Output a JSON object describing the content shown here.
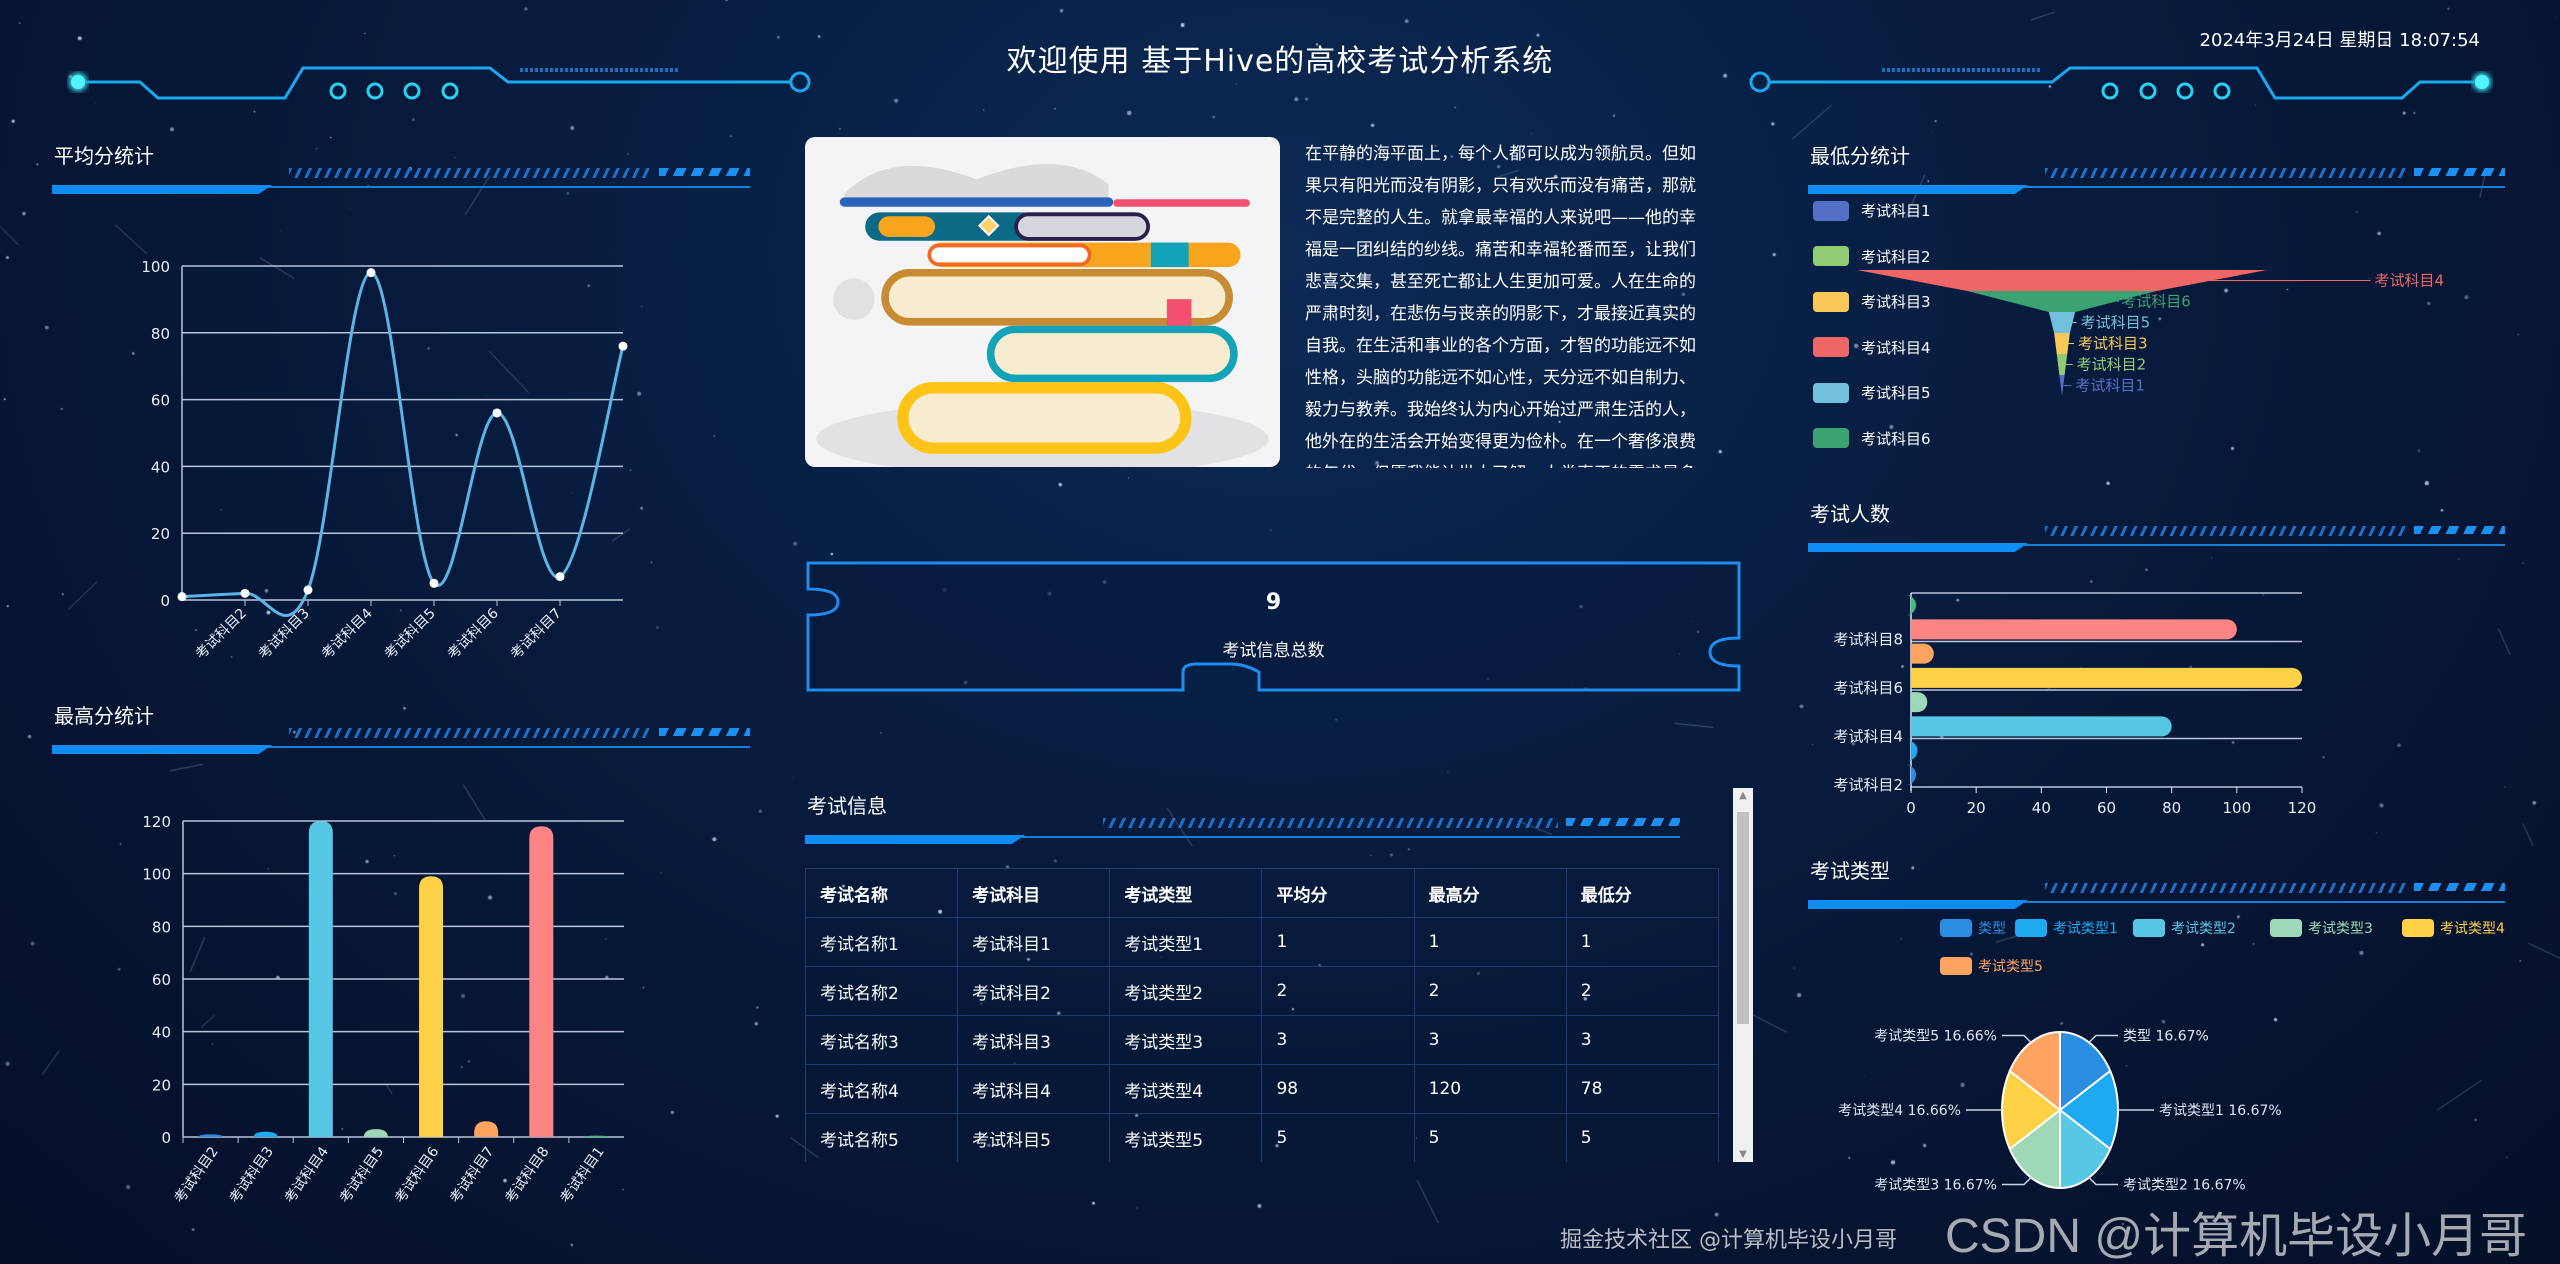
{
  "header": {
    "title": "欢迎使用 基于Hive的高校考试分析系统",
    "datetime": "2024年3月24日 星期日 18:07:54"
  },
  "colors": {
    "accent": "#0d8df5",
    "line": "#5ab4e6",
    "background": "#071b3d"
  },
  "avg_section": {
    "title": "平均分统计"
  },
  "max_section": {
    "title": "最高分统计"
  },
  "min_section": {
    "title": "最低分统计"
  },
  "count_section": {
    "title": "考试人数"
  },
  "type_section": {
    "title": "考试类型"
  },
  "intro": {
    "image_alt": "books-illustration",
    "paragraph": "在平静的海平面上，每个人都可以成为领航员。但如果只有阳光而没有阴影，只有欢乐而没有痛苦，那就不是完整的人生。就拿最幸福的人来说吧——他的幸福是一团纠结的纱线。痛苦和幸福轮番而至，让我们悲喜交集，甚至死亡都让人生更加可爱。人在生命的严肃时刻，在悲伤与丧亲的阴影下，才最接近真实的自我。在生活和事业的各个方面，才智的功能远不如性格，头脑的功能远不如心性，天分远不如自制力、毅力与教养。我始终认为内心开始过严肃生活的人，他外在的生活会开始变得更为俭朴。在一个奢侈浪费的年代，但愿我能让世人了解：人类真正的需求是多么的稀少。"
  },
  "total": {
    "value": "9",
    "label": "考试信息总数"
  },
  "exam_table": {
    "title": "考试信息",
    "columns": [
      "考试名称",
      "考试科目",
      "考试类型",
      "平均分",
      "最高分",
      "最低分"
    ],
    "rows": [
      [
        "考试名称1",
        "考试科目1",
        "考试类型1",
        "1",
        "1",
        "1"
      ],
      [
        "考试名称2",
        "考试科目2",
        "考试类型2",
        "2",
        "2",
        "2"
      ],
      [
        "考试名称3",
        "考试科目3",
        "考试类型3",
        "3",
        "3",
        "3"
      ],
      [
        "考试名称4",
        "考试科目4",
        "考试类型4",
        "98",
        "120",
        "78"
      ],
      [
        "考试名称5",
        "考试科目5",
        "考试类型5",
        "5",
        "5",
        "5"
      ]
    ]
  },
  "chart_data": [
    {
      "id": "avg",
      "type": "line",
      "smooth": true,
      "categories": [
        "",
        "考试科目2",
        "考试科目3",
        "考试科目4",
        "考试科目5",
        "考试科目6",
        "考试科目7",
        ""
      ],
      "values": [
        1,
        2,
        3,
        98,
        5,
        56,
        7,
        76
      ],
      "ylim": [
        0,
        100
      ],
      "yticks": [
        0,
        20,
        40,
        60,
        80,
        100
      ],
      "grid": true,
      "color": "#5ab4e6"
    },
    {
      "id": "max",
      "type": "bar",
      "categories": [
        "考试科目2",
        "考试科目3",
        "考试科目4",
        "考试科目5",
        "考试科目6",
        "考试科目7",
        "考试科目8",
        "考试科目1"
      ],
      "values": [
        1,
        2,
        120,
        3,
        99,
        6,
        118,
        0.5
      ],
      "colors": [
        "#2b8de0",
        "#1eaaf1",
        "#56c8e4",
        "#9fd8b8",
        "#ffd146",
        "#ffa460",
        "#ff8585",
        "#3fbf7f"
      ],
      "ylim": [
        0,
        120
      ],
      "yticks": [
        0,
        20,
        40,
        60,
        80,
        100,
        120
      ],
      "grid": true
    },
    {
      "id": "min",
      "type": "funnel",
      "categories": [
        "考试科目1",
        "考试科目2",
        "考试科目3",
        "考试科目4",
        "考试科目5",
        "考试科目6"
      ],
      "values": [
        1,
        2,
        3,
        78,
        5,
        36
      ],
      "colors": [
        "#5470c6",
        "#91cc75",
        "#fac858",
        "#ee6666",
        "#73c0de",
        "#3ba272"
      ],
      "legend": "left"
    },
    {
      "id": "count",
      "type": "bar",
      "orientation": "horizontal",
      "categories": [
        "考试科目2",
        "",
        "考试科目4",
        "",
        "考试科目6",
        "",
        "考试科目8",
        ""
      ],
      "values": [
        1,
        2,
        80,
        5,
        120,
        7,
        100,
        0.5
      ],
      "colors": [
        "#2b8de0",
        "#1eaaf1",
        "#56c8e4",
        "#9fd8b8",
        "#ffd146",
        "#ffa460",
        "#ff8585",
        "#3fbf7f"
      ],
      "xlim": [
        0,
        120
      ],
      "xticks": [
        0,
        20,
        40,
        60,
        80,
        100,
        120
      ],
      "grid": true
    },
    {
      "id": "types",
      "type": "pie",
      "categories": [
        "类型",
        "考试类型1",
        "考试类型2",
        "考试类型3",
        "考试类型4",
        "考试类型5"
      ],
      "labels": [
        "类型 16.67%",
        "考试类型1 16.67%",
        "考试类型2 16.67%",
        "考试类型3 16.67%",
        "考试类型4 16.66%",
        "考试类型5 16.66%"
      ],
      "values": [
        1,
        1,
        1,
        1,
        1,
        1
      ],
      "colors": [
        "#2b8de0",
        "#1eaaf1",
        "#56c8e4",
        "#9fd8b8",
        "#ffd146",
        "#ffa460"
      ],
      "legend": "top"
    }
  ],
  "watermark": {
    "text": "CSDN @计算机毕设小月哥",
    "overlay": "掘金技术社区 @计算机毕设小月哥"
  }
}
